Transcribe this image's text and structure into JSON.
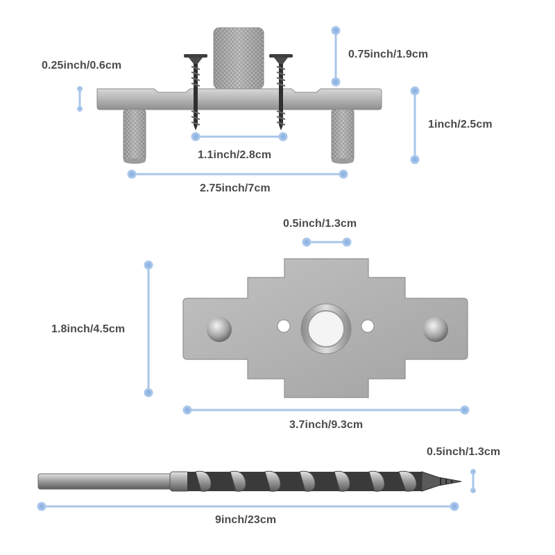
{
  "colors": {
    "dimension_line": "#a9c6ea",
    "dimension_dot": "#8fb4e3",
    "metal_light": "#c9c9c9",
    "metal_mid": "#a9a9a9",
    "metal_dark": "#7a7a7a",
    "label_text": "#4a4a4a"
  },
  "dimensions": {
    "jig_plate_thickness": "0.25inch/0.6cm",
    "bushing_height": "0.75inch/1.9cm",
    "overall_height": "1inch/2.5cm",
    "screw_spacing": "1.1inch/2.8cm",
    "jig_width_side": "2.75inch/7cm",
    "bushing_diameter": "0.5inch/1.3cm",
    "plate_height": "1.8inch/4.5cm",
    "plate_width": "3.7inch/9.3cm",
    "drill_bit_diameter": "0.5inch/1.3cm",
    "drill_bit_length": "9inch/23cm"
  }
}
